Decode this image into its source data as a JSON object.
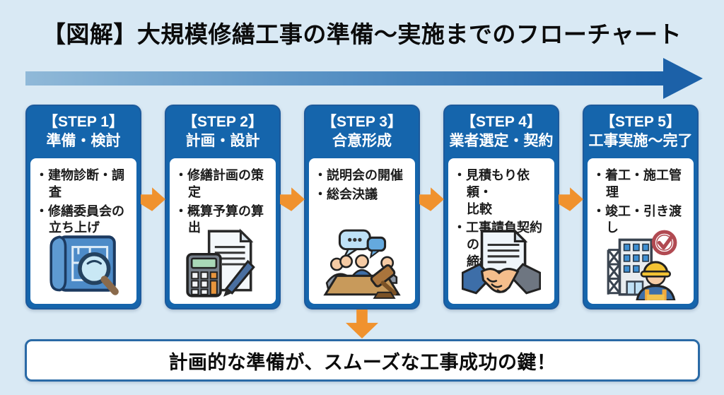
{
  "title": "【図解】大規模修繕工事の準備〜実施までのフローチャート",
  "colors": {
    "background": "#D9E9F4",
    "step_header_blue": "#1565AC",
    "box_border_blue": "#1D5A9C",
    "flow_arrow_orange": "#F0922E",
    "timeline_gradient_start": "#90B9D8",
    "timeline_gradient_end": "#1C61A8",
    "banner_border": "#2A6AA6",
    "text_color": "#0B0B0B"
  },
  "steps": [
    {
      "step_label": "【STEP 1】",
      "step_title": "準備・検討",
      "bullets": [
        "・建物診断・調査",
        "・修繕委員会の\n立ち上げ"
      ],
      "icon": "blueprint-magnifier-icon"
    },
    {
      "step_label": "【STEP 2】",
      "step_title": "計画・設計",
      "bullets": [
        "・修繕計画の策定",
        "・概算予算の算出"
      ],
      "icon": "calculator-document-icon"
    },
    {
      "step_label": "【STEP 3】",
      "step_title": "合意形成",
      "bullets": [
        "・説明会の開催",
        "・総会決議"
      ],
      "icon": "meeting-gavel-icon"
    },
    {
      "step_label": "【STEP 4】",
      "step_title": "業者選定・契約",
      "bullets": [
        "・見積もり依頼・\n比較",
        "・工事請負契約の\n締結"
      ],
      "icon": "handshake-contract-icon"
    },
    {
      "step_label": "【STEP 5】",
      "step_title": "工事実施〜完了",
      "bullets": [
        "・着工・施工管理",
        "・竣工・引き渡し"
      ],
      "icon": "construction-complete-icon"
    }
  ],
  "banner": "計画的な準備が、スムーズな工事成功の鍵！"
}
